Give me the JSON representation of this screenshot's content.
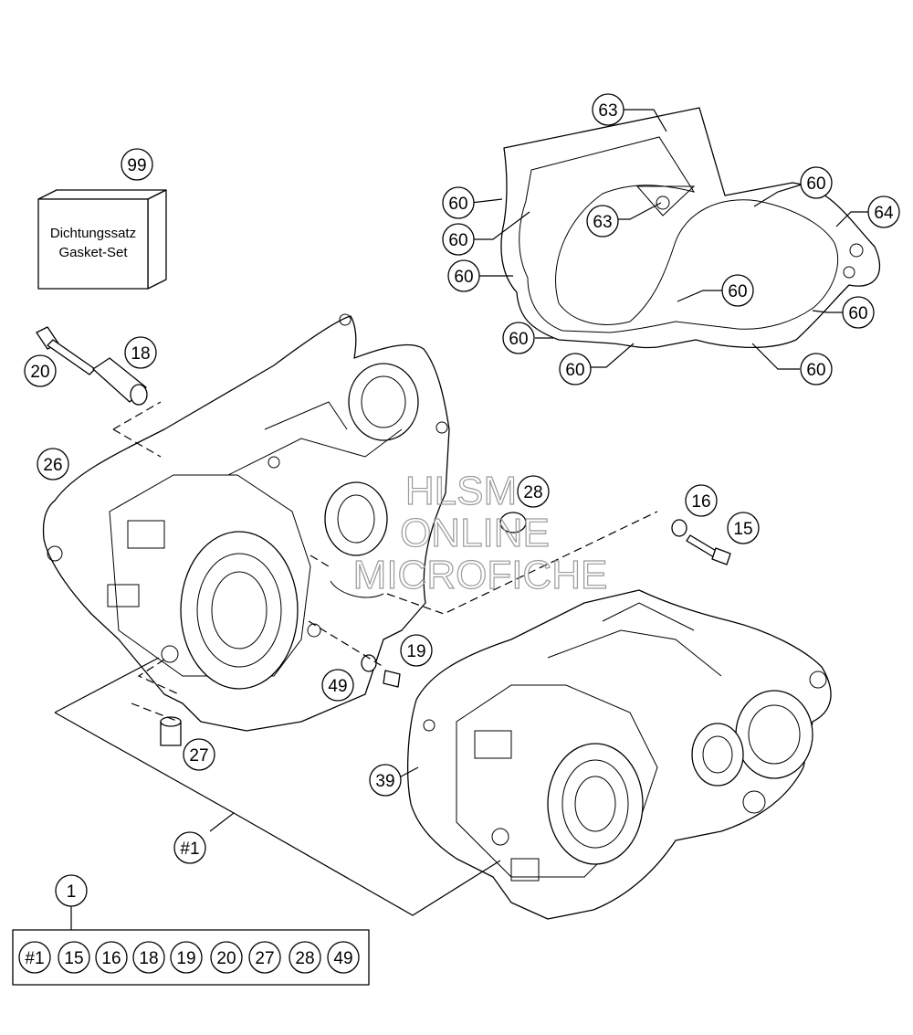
{
  "watermark": {
    "lines": [
      "HLSM",
      "ONLINE",
      "MICROFICHE"
    ]
  },
  "gasket_set_box": {
    "line1": "Dichtungssatz",
    "line2": "Gasket-Set"
  },
  "callouts": {
    "c99": "99",
    "c63_top": "63",
    "c63_mid": "63",
    "c64": "64",
    "c60_a": "60",
    "c60_b": "60",
    "c60_c": "60",
    "c60_d": "60",
    "c60_e": "60",
    "c60_f": "60",
    "c60_g": "60",
    "c60_h": "60",
    "c60_i": "60",
    "c20": "20",
    "c18": "18",
    "c26": "26",
    "c28": "28",
    "c16": "16",
    "c15": "15",
    "c19": "19",
    "c49": "49",
    "c27": "27",
    "c39": "39",
    "c_hash1": "#1",
    "c1": "1"
  },
  "kit_contents": [
    "#1",
    "15",
    "16",
    "18",
    "19",
    "20",
    "27",
    "28",
    "49"
  ]
}
